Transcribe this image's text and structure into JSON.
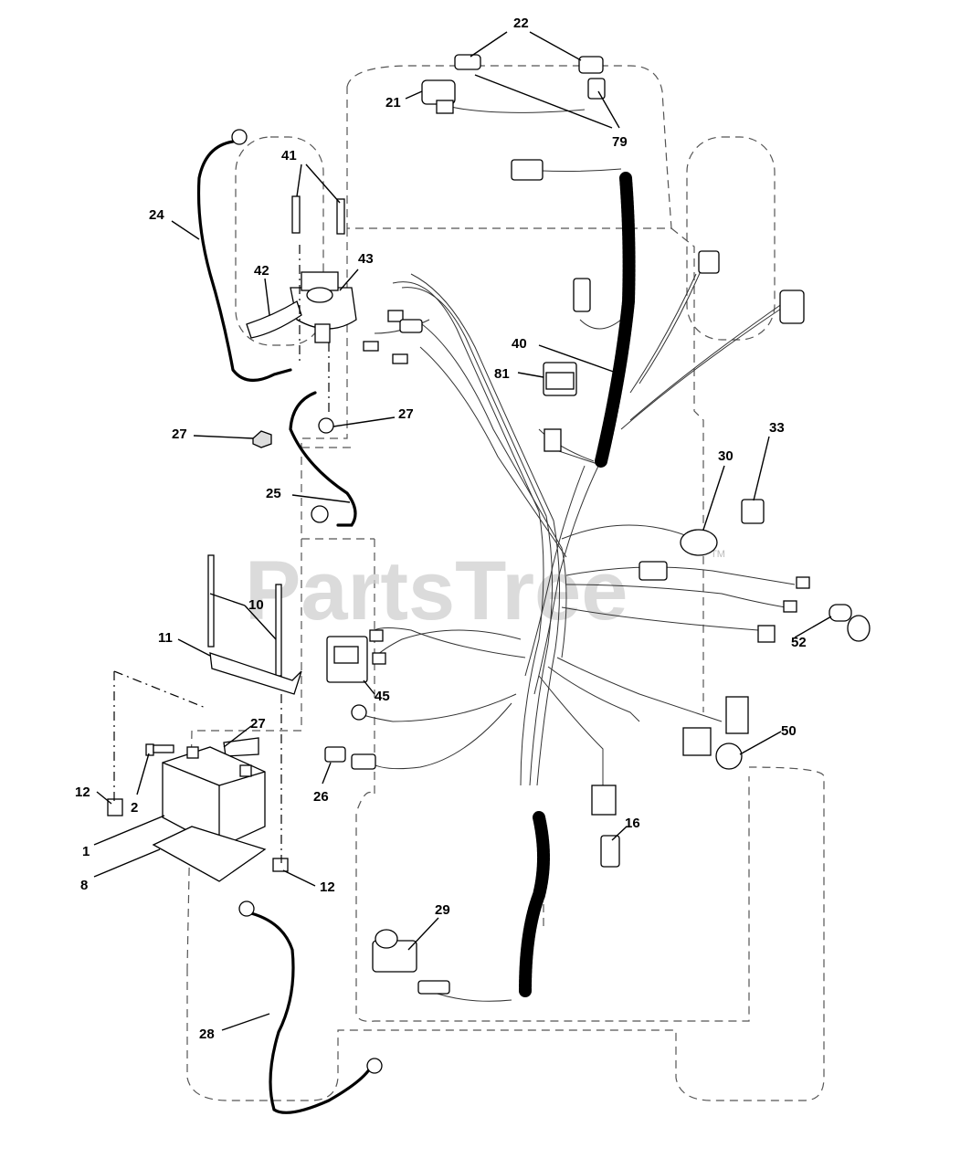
{
  "watermark": {
    "text": "PartsTree",
    "trademark": "TM"
  },
  "callouts": [
    {
      "id": "c22",
      "label": "22"
    },
    {
      "id": "c21",
      "label": "21"
    },
    {
      "id": "c79",
      "label": "79"
    },
    {
      "id": "c41",
      "label": "41"
    },
    {
      "id": "c24",
      "label": "24"
    },
    {
      "id": "c42",
      "label": "42"
    },
    {
      "id": "c43",
      "label": "43"
    },
    {
      "id": "c40",
      "label": "40"
    },
    {
      "id": "c81",
      "label": "81"
    },
    {
      "id": "c27a",
      "label": "27"
    },
    {
      "id": "c27b",
      "label": "27"
    },
    {
      "id": "c33",
      "label": "33"
    },
    {
      "id": "c30",
      "label": "30"
    },
    {
      "id": "c25",
      "label": "25"
    },
    {
      "id": "c10",
      "label": "10"
    },
    {
      "id": "c11",
      "label": "11"
    },
    {
      "id": "c52",
      "label": "52"
    },
    {
      "id": "c45",
      "label": "45"
    },
    {
      "id": "c27c",
      "label": "27"
    },
    {
      "id": "c50",
      "label": "50"
    },
    {
      "id": "c12a",
      "label": "12"
    },
    {
      "id": "c2",
      "label": "2"
    },
    {
      "id": "c26",
      "label": "26"
    },
    {
      "id": "c16",
      "label": "16"
    },
    {
      "id": "c1",
      "label": "1"
    },
    {
      "id": "c8",
      "label": "8"
    },
    {
      "id": "c12b",
      "label": "12"
    },
    {
      "id": "c29",
      "label": "29"
    },
    {
      "id": "c28",
      "label": "28"
    }
  ]
}
